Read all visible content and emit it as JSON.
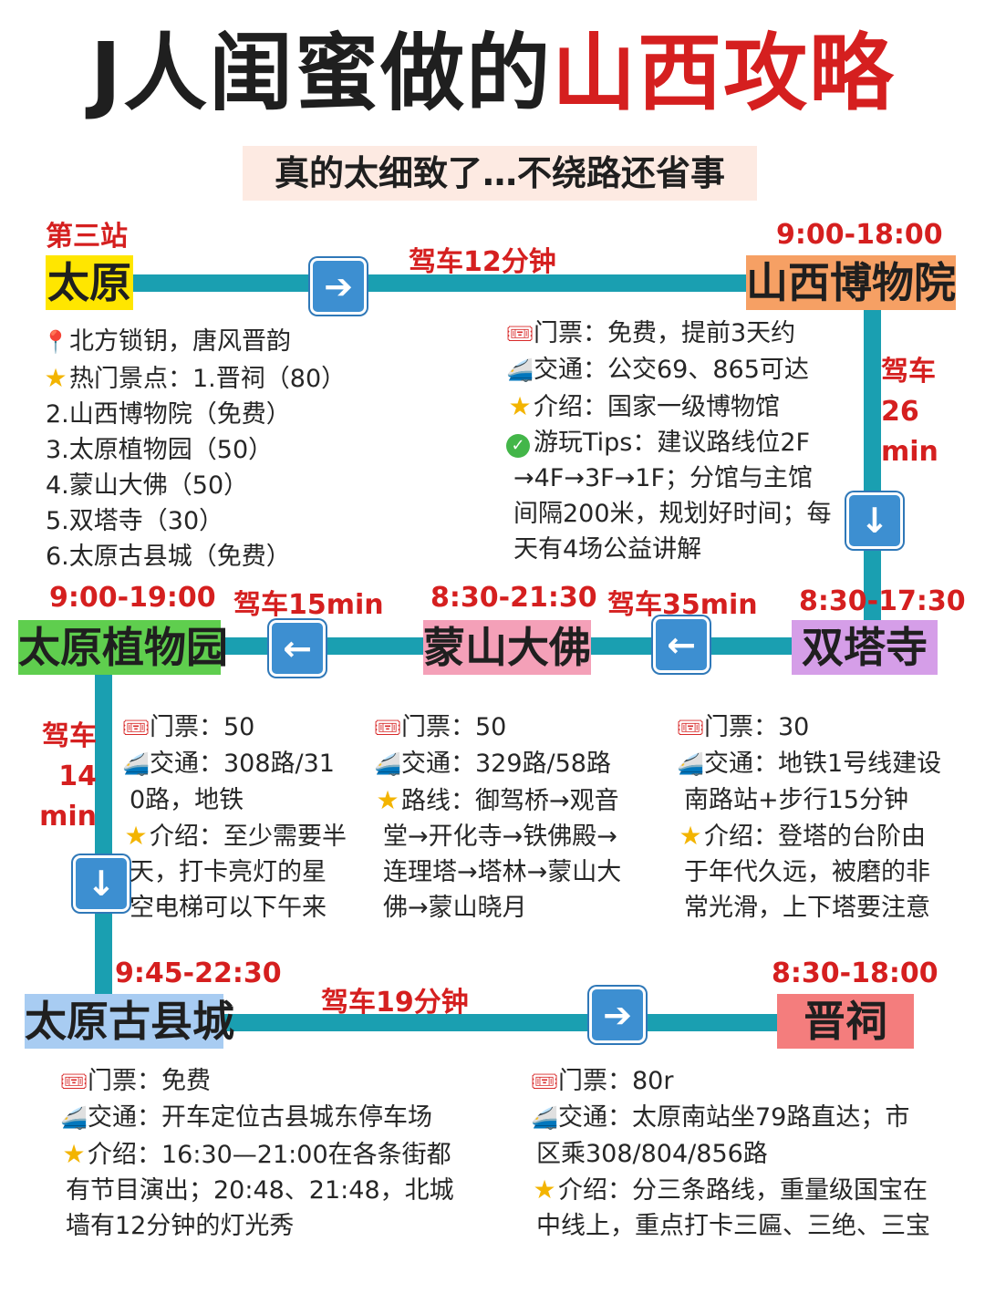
{
  "title": {
    "part1": "J人闺蜜做的",
    "part2": "山西攻略",
    "color1": "#1f1f1f",
    "color2": "#d51f1f"
  },
  "subtitle": "真的太细致了…不绕路还省事",
  "taiyuan": {
    "label": "第三站",
    "name": "太原",
    "lines": [
      "北方锁钥，唐风晋韵",
      "热门景点：1.晋祠（80）",
      "2.山西博物院（免费）",
      "3.太原植物园（50）",
      "4.蒙山大佛（50）",
      "5.双塔寺（30）",
      "6.太原古县城（免费）"
    ]
  },
  "drive_to_museum": "驾车12分钟",
  "museum": {
    "name": "山西博物院",
    "hours": "9:00-18:00",
    "lines": [
      "门票：免费，提前3天约",
      "交通：公交69、865可达",
      "介绍：国家一级博物馆",
      "游玩Tips：建议路线位2F",
      "→4F→3F→1F；分馆与主馆",
      "间隔200米，规划好时间；每",
      "天有4场公益讲解"
    ]
  },
  "drive_to_shuangta": [
    "驾车",
    "26",
    "min"
  ],
  "shuangta": {
    "name": "双塔寺",
    "hours": "8:30-17:30",
    "lines": [
      "门票：30",
      "交通：地铁1号线建设",
      "南路站+步行15分钟",
      "介绍：登塔的台阶由",
      "于年代久远，被磨的非",
      "常光滑，上下塔要注意"
    ]
  },
  "drive_to_mengshan": "驾车35min",
  "mengshan": {
    "name": "蒙山大佛",
    "hours": "8:30-21:30",
    "lines": [
      "门票：50",
      "交通：329路/58路",
      "路线：御驾桥→观音",
      "堂→开化寺→铁佛殿→",
      "连理塔→塔林→蒙山大",
      "佛→蒙山晓月"
    ]
  },
  "drive_to_botanical": "驾车15min",
  "botanical": {
    "name": "太原植物园",
    "hours": "9:00-19:00",
    "lines": [
      "门票：50",
      "交通：308路/31",
      "0路，地铁",
      "介绍：至少需要半",
      "天，打卡亮灯的星",
      "空电梯可以下午来"
    ]
  },
  "drive_to_gucheng": [
    "驾车",
    "14",
    "min"
  ],
  "gucheng": {
    "name": "太原古县城",
    "hours": "9:45-22:30",
    "lines": [
      "门票：免费",
      "交通：开车定位古县城东停车场",
      "介绍：16:30—21:00在各条街都",
      "有节目演出；20:48、21:48，北城",
      "墙有12分钟的灯光秀"
    ]
  },
  "drive_to_jinci": "驾车19分钟",
  "jinci": {
    "name": "晋祠",
    "hours": "8:30-18:00",
    "lines": [
      "门票：80r",
      "交通：太原南站坐79路直达；市",
      "区乘308/804/856路",
      "介绍：分三条路线，重量级国宝在",
      "中线上，重点打卡三匾、三绝、三宝"
    ]
  },
  "icons": {
    "pin": "pin-icon",
    "star": "star-icon",
    "ticket": "ticket-icon",
    "train": "train-icon",
    "check": "check-icon",
    "arrow_right": "arrow-right-icon",
    "arrow_left": "arrow-left-icon",
    "arrow_down": "arrow-down-icon"
  },
  "colors": {
    "route_line": "#1a9fb1",
    "arrow": "#3d8fd1",
    "accent_red": "#d51f1f",
    "taiyuan": "#ffe600",
    "museum": "#f6a064",
    "shuangta": "#d59ee8",
    "mengshan": "#f4a0b8",
    "botanical": "#5fce4e",
    "gucheng": "#a8ccf2",
    "jinci": "#f47d7d"
  }
}
